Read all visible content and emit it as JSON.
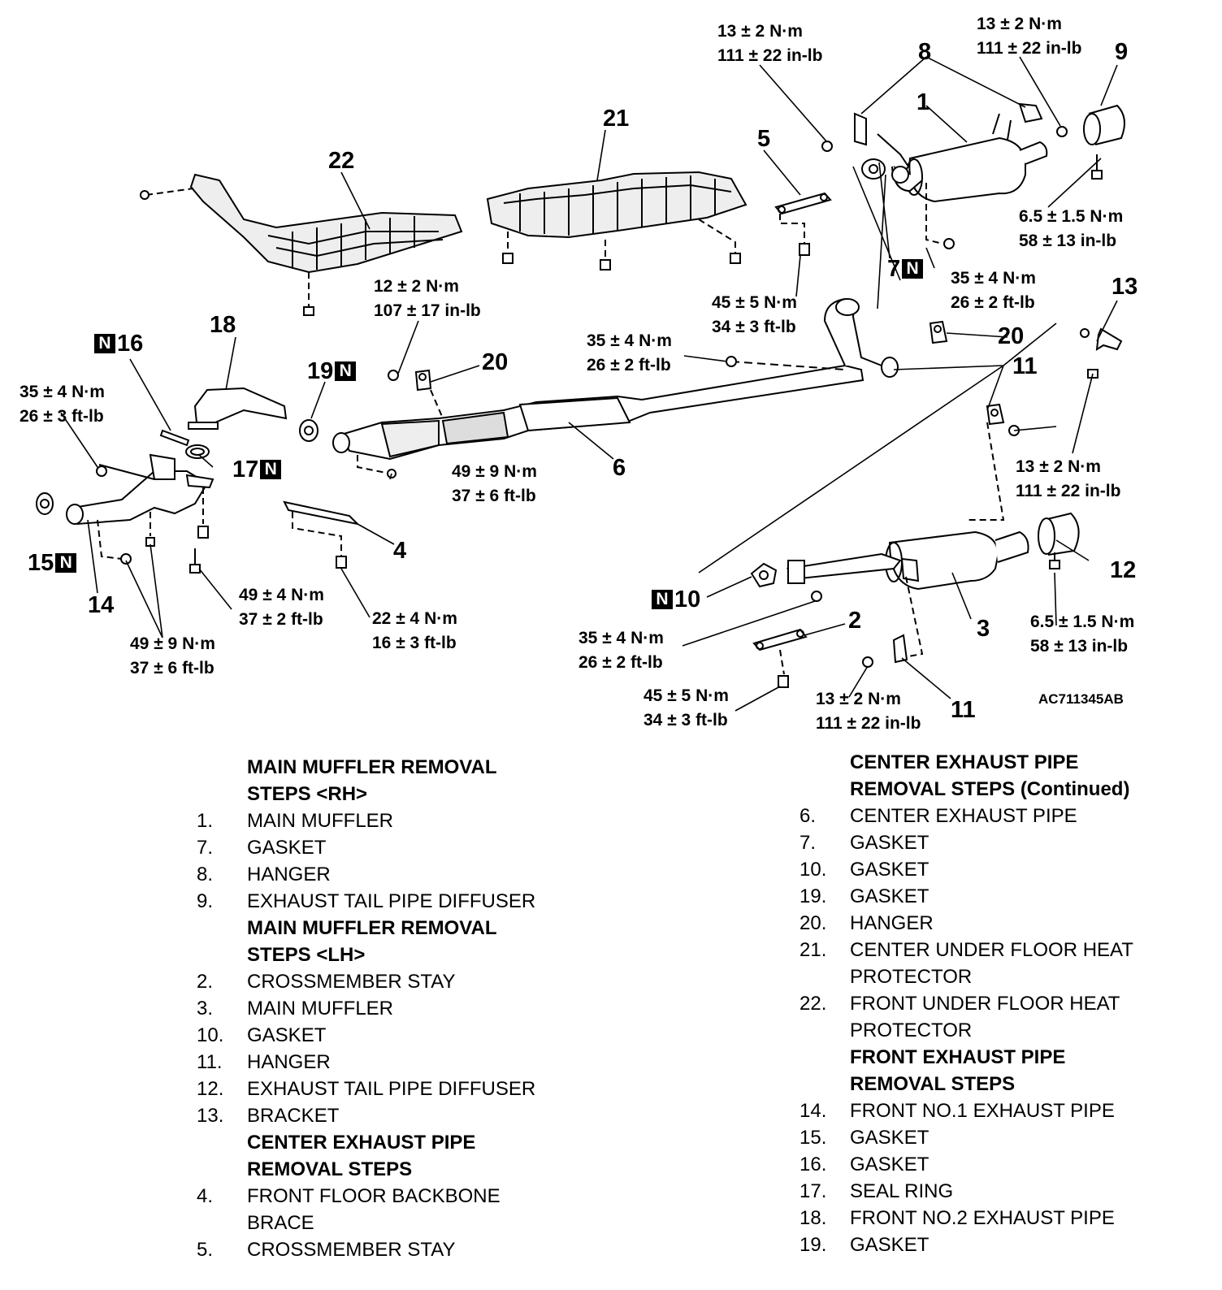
{
  "code": "AC711345AB",
  "torques": {
    "t_8_top": [
      "13 ± 2 N·m",
      "111 ± 22 in-lb"
    ],
    "t_9_top": [
      "13 ± 2 N·m",
      "111 ± 22 in-lb"
    ],
    "t_9_bolt": [
      "6.5 ± 1.5 N·m",
      "58 ± 13 in-lb"
    ],
    "t_1_bolt": [
      "35 ± 4 N·m",
      "26 ± 2 ft-lb"
    ],
    "t_5_bolt": [
      "45 ± 5 N·m",
      "34 ± 3 ft-lb"
    ],
    "t_center_bolt": [
      "35 ± 4 N·m",
      "26 ± 2 ft-lb"
    ],
    "t_20_bolt": [
      "12 ± 2 N·m",
      "107 ± 17 in-lb"
    ],
    "t_16_bolt": [
      "35 ± 4 N·m",
      "26 ± 3 ft-lb"
    ],
    "t_6_bolt": [
      "49 ± 9 N·m",
      "37 ± 6 ft-lb"
    ],
    "t_13_bolt": [
      "13 ± 2 N·m",
      "111 ± 22 in-lb"
    ],
    "t_front_stud": [
      "49 ± 4 N·m",
      "37 ± 2 ft-lb"
    ],
    "t_4_bolt": [
      "22 ± 4 N·m",
      "16 ± 3 ft-lb"
    ],
    "t_14_bolt": [
      "49 ± 9 N·m",
      "37 ± 6 ft-lb"
    ],
    "t_10_bolt": [
      "35 ± 4 N·m",
      "26 ± 2 ft-lb"
    ],
    "t_12_bolt": [
      "6.5 ± 1.5 N·m",
      "58 ± 13 in-lb"
    ],
    "t_2_bolt": [
      "45 ± 5 N·m",
      "34 ± 3 ft-lb"
    ],
    "t_11_bolt": [
      "13 ± 2 N·m",
      "111 ± 22 in-lb"
    ]
  },
  "callouts": {
    "c1": "1",
    "c2": "2",
    "c3": "3",
    "c4": "4",
    "c5": "5",
    "c6": "6",
    "c7": "7",
    "c8": "8",
    "c9": "9",
    "c10": "10",
    "c11a": "11",
    "c11b": "11",
    "c12": "12",
    "c13": "13",
    "c14": "14",
    "c15": "15",
    "c16": "16",
    "c17": "17",
    "c18": "18",
    "c19": "19",
    "c20a": "20",
    "c20b": "20",
    "c21": "21",
    "c22": "22"
  },
  "n_mark": "N",
  "left_column": [
    {
      "type": "header",
      "text": "MAIN MUFFLER REMOVAL"
    },
    {
      "type": "header",
      "text": "STEPS <RH>"
    },
    {
      "type": "item",
      "num": "1.",
      "text": "MAIN MUFFLER"
    },
    {
      "type": "item",
      "num": "7.",
      "text": "GASKET"
    },
    {
      "type": "item",
      "num": "8.",
      "text": "HANGER"
    },
    {
      "type": "item",
      "num": "9.",
      "text": "EXHAUST TAIL PIPE DIFFUSER"
    },
    {
      "type": "header",
      "text": "MAIN MUFFLER REMOVAL"
    },
    {
      "type": "header",
      "text": "STEPS <LH>"
    },
    {
      "type": "item",
      "num": "2.",
      "text": "CROSSMEMBER STAY"
    },
    {
      "type": "item",
      "num": "3.",
      "text": "MAIN MUFFLER"
    },
    {
      "type": "item",
      "num": "10.",
      "text": "GASKET"
    },
    {
      "type": "item",
      "num": "11.",
      "text": "HANGER"
    },
    {
      "type": "item",
      "num": "12.",
      "text": "EXHAUST TAIL PIPE DIFFUSER"
    },
    {
      "type": "item",
      "num": "13.",
      "text": "BRACKET"
    },
    {
      "type": "header",
      "text": "CENTER EXHAUST PIPE"
    },
    {
      "type": "header",
      "text": "REMOVAL STEPS"
    },
    {
      "type": "item",
      "num": "4.",
      "text": "FRONT FLOOR BACKBONE"
    },
    {
      "type": "item",
      "num": "",
      "text": "BRACE"
    },
    {
      "type": "item",
      "num": "5.",
      "text": "CROSSMEMBER STAY"
    }
  ],
  "right_column": [
    {
      "type": "header",
      "text": "CENTER EXHAUST PIPE"
    },
    {
      "type": "header",
      "text": "REMOVAL STEPS (Continued)"
    },
    {
      "type": "item",
      "num": "6.",
      "text": "CENTER EXHAUST PIPE"
    },
    {
      "type": "item",
      "num": "7.",
      "text": "GASKET"
    },
    {
      "type": "item",
      "num": "10.",
      "text": "GASKET"
    },
    {
      "type": "item",
      "num": "19.",
      "text": "GASKET"
    },
    {
      "type": "item",
      "num": "20.",
      "text": "HANGER"
    },
    {
      "type": "item",
      "num": "21.",
      "text": "CENTER UNDER FLOOR HEAT"
    },
    {
      "type": "item",
      "num": "",
      "text": "PROTECTOR"
    },
    {
      "type": "item",
      "num": "22.",
      "text": "FRONT UNDER FLOOR HEAT"
    },
    {
      "type": "item",
      "num": "",
      "text": "PROTECTOR"
    },
    {
      "type": "header",
      "text": "FRONT EXHAUST PIPE"
    },
    {
      "type": "header",
      "text": "REMOVAL STEPS"
    },
    {
      "type": "item",
      "num": "14.",
      "text": "FRONT NO.1 EXHAUST PIPE"
    },
    {
      "type": "item",
      "num": "15.",
      "text": "GASKET"
    },
    {
      "type": "item",
      "num": "16.",
      "text": "GASKET"
    },
    {
      "type": "item",
      "num": "17.",
      "text": "SEAL RING"
    },
    {
      "type": "item",
      "num": "18.",
      "text": "FRONT NO.2 EXHAUST PIPE"
    },
    {
      "type": "item",
      "num": "19.",
      "text": "GASKET"
    }
  ]
}
